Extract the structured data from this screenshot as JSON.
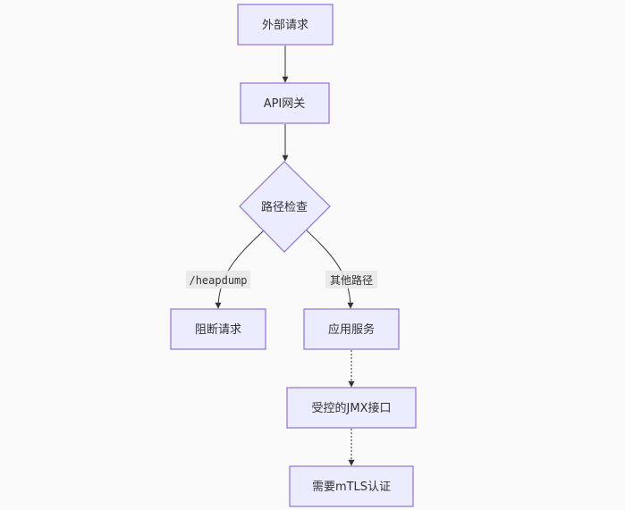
{
  "diagram": {
    "nodes": {
      "external_request": "外部请求",
      "api_gateway": "API网关",
      "path_check": "路径检查",
      "block_request": "阻断请求",
      "app_service": "应用服务",
      "controlled_jmx": "受控的JMX接口",
      "require_mtls": "需要mTLS认证"
    },
    "edges": {
      "heapdump_label": "/heapdump",
      "other_paths_label": "其他路径"
    },
    "colors": {
      "node_fill": "#ECECFF",
      "node_stroke": "#9370DB",
      "edge": "#333333",
      "edge_label_bg": "#E8E8E8",
      "background": "#FAFAFA"
    }
  }
}
